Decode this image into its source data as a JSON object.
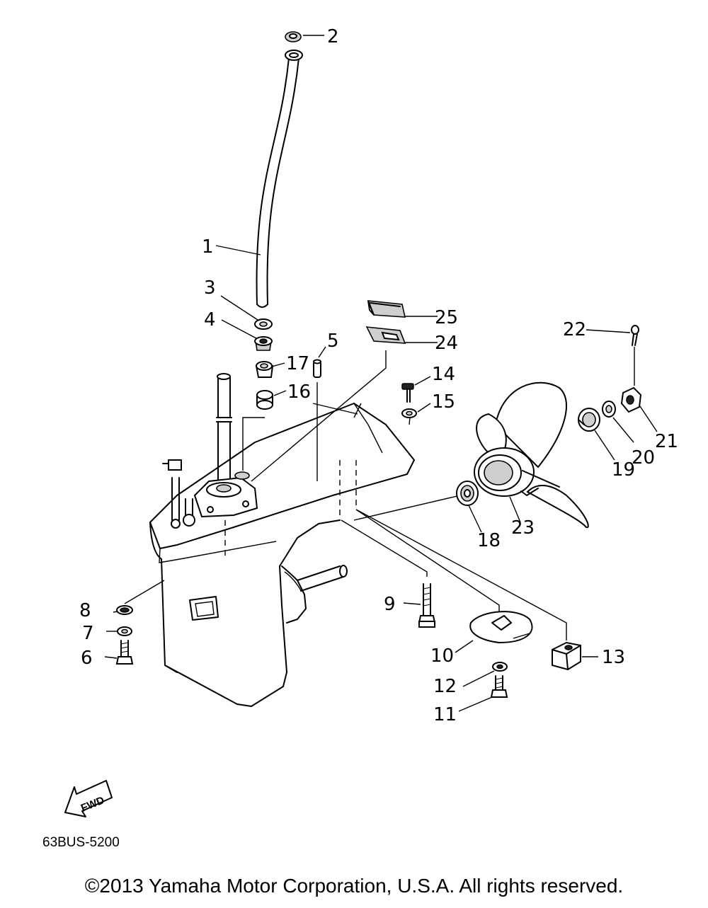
{
  "diagram": {
    "drawing_code": "63BUS-5200",
    "copyright": "©2013 Yamaha Motor Corporation, U.S.A. All rights reserved.",
    "fwd_label": "FWD",
    "callouts": [
      "1",
      "2",
      "3",
      "4",
      "5",
      "6",
      "7",
      "8",
      "9",
      "10",
      "11",
      "12",
      "13",
      "14",
      "15",
      "16",
      "17",
      "18",
      "19",
      "20",
      "21",
      "22",
      "23",
      "24",
      "25"
    ]
  }
}
